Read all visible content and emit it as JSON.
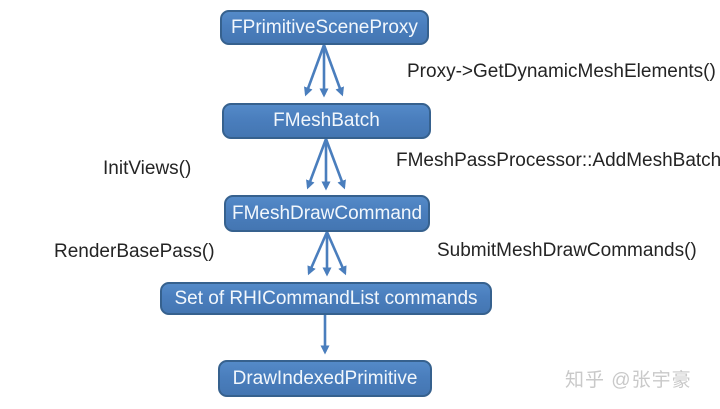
{
  "diagram": {
    "nodes": [
      {
        "id": "n1",
        "label": "FPrimitiveSceneProxy"
      },
      {
        "id": "n2",
        "label": "FMeshBatch"
      },
      {
        "id": "n3",
        "label": "FMeshDrawCommand"
      },
      {
        "id": "n4",
        "label": "Set of RHICommandList commands"
      },
      {
        "id": "n5",
        "label": "DrawIndexedPrimitive"
      }
    ],
    "edges": [
      {
        "from": "FPrimitiveSceneProxy",
        "to": "FMeshBatch",
        "style": "triple-fan-arrow",
        "direction": "down"
      },
      {
        "from": "FMeshBatch",
        "to": "FMeshDrawCommand",
        "style": "triple-fan-arrow",
        "direction": "down"
      },
      {
        "from": "FMeshDrawCommand",
        "to": "Set of RHICommandList commands",
        "style": "triple-fan-arrow",
        "direction": "down"
      },
      {
        "from": "Set of RHICommandList commands",
        "to": "DrawIndexedPrimitive",
        "style": "single-arrow",
        "direction": "down"
      }
    ],
    "annotations": [
      {
        "text": "Proxy->GetDynamicMeshElements()",
        "side": "right"
      },
      {
        "text": "InitViews()",
        "side": "left"
      },
      {
        "text": "FMeshPassProcessor::AddMeshBatch()",
        "side": "right"
      },
      {
        "text": "RenderBasePass()",
        "side": "left"
      },
      {
        "text": "SubmitMeshDrawCommands()",
        "side": "right"
      }
    ],
    "watermark": "知乎 @张宇豪",
    "colors": {
      "node_fill": "#4a7ebd",
      "node_border": "#36618e",
      "node_text": "#f2f7fc",
      "arrow": "#4a7ebd",
      "annotation_text": "#242424",
      "background": "#ffffff",
      "watermark_text": "#c9c9c9"
    }
  }
}
